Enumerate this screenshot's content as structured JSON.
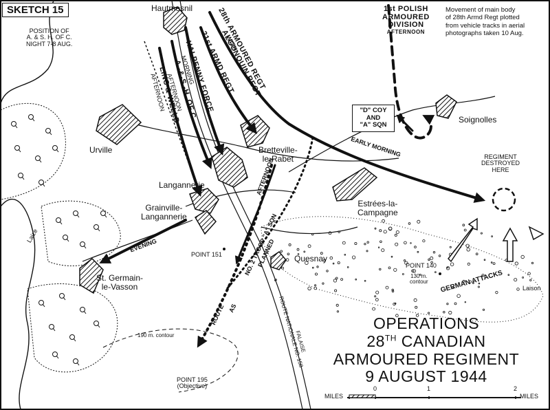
{
  "sketch_label": "SKETCH 15",
  "title": {
    "line1": "OPERATIONS",
    "line2_num": "28",
    "line2_sup": "TH",
    "line2_rest": " CANADIAN",
    "line3": "ARMOURED REGIMENT",
    "line4": "9  AUGUST 1944"
  },
  "note": {
    "line1": "Movement of main body",
    "line2": "of 28th Armd Regt plotted",
    "line3": "from vehicle tracks in aerial",
    "line4": "photographs taken 10 Aug."
  },
  "position_label": {
    "line1": "POSITION OF",
    "line2": "A. & S. H. OF C.",
    "line3": "NIGHT 7-8 AUG."
  },
  "towns": {
    "hautmesnil": "Hautmesnil",
    "urville": "Urville",
    "langannerie": "Langannerie",
    "grainville_1": "Grainville-",
    "grainville_2": "Langannerie",
    "bretteville_1": "Bretteville-",
    "bretteville_2": "le-Rabet",
    "estrees_1": "Estrées-la-",
    "estrees_2": "Campagne",
    "soignolles": "Soignolles",
    "quesnay": "Quesnay",
    "st_germain_1": "St. Germain-",
    "st_germain_2": "le-Vasson"
  },
  "units": {
    "polish_1": "1st POLISH",
    "polish_2": "ARMOURED",
    "polish_3": "DIVISION",
    "polish_4": "AFTERNOON",
    "armd28_1": "28th ARMOURED REGT",
    "armd28_2": "WITH",
    "armd28_3": "ALGONQUIN REGT",
    "armd21": "21st ARMD REGT",
    "halpenny_1": "HALPENNY FORCE",
    "halpenny_2": "MORNING",
    "ash_1": "A.-&-S.-H. OF C.",
    "ash_2": "AFTERNOON",
    "linc_1": "LINC & WELLD",
    "linc_2": "AFTERNOON",
    "early_morning": "EARLY MORNING",
    "evening": "EVENING",
    "afternoon": "AFTERNOON",
    "no2_troop": "NO. 2 TROOP \"A\" SQN",
    "route_planned_1": "ROUTE",
    "route_planned_2": "AS",
    "route_planned_3": "PLANNED",
    "german_attacks": "GERMAN ATTACKS"
  },
  "boxed_label": {
    "line1": "\"D\" COY",
    "line2": "AND",
    "line3": "\"A\" SQN"
  },
  "regiment_destroyed": {
    "line1": "REGIMENT",
    "line2": "DESTROYED",
    "line3": "HERE"
  },
  "points": {
    "p151": "POINT 151",
    "p140": "POINT 140",
    "p140_sub_1": "130 m.",
    "p140_sub_2": "contour",
    "p195_1": "POINT 195",
    "p195_2": "(Objective)",
    "contour_190": "190 m. contour"
  },
  "roads": {
    "route_nationale": "ROUTE   NATIONALE   NO. 158",
    "falaise": "FALAISE"
  },
  "rivers": {
    "laize": "Laize",
    "laison": "Laison"
  },
  "scale": {
    "miles_left": "MILES",
    "zero": "0",
    "one": "1",
    "two": "2",
    "miles_right": "MILES"
  },
  "colors": {
    "ink": "#111111",
    "paper": "#ffffff"
  }
}
